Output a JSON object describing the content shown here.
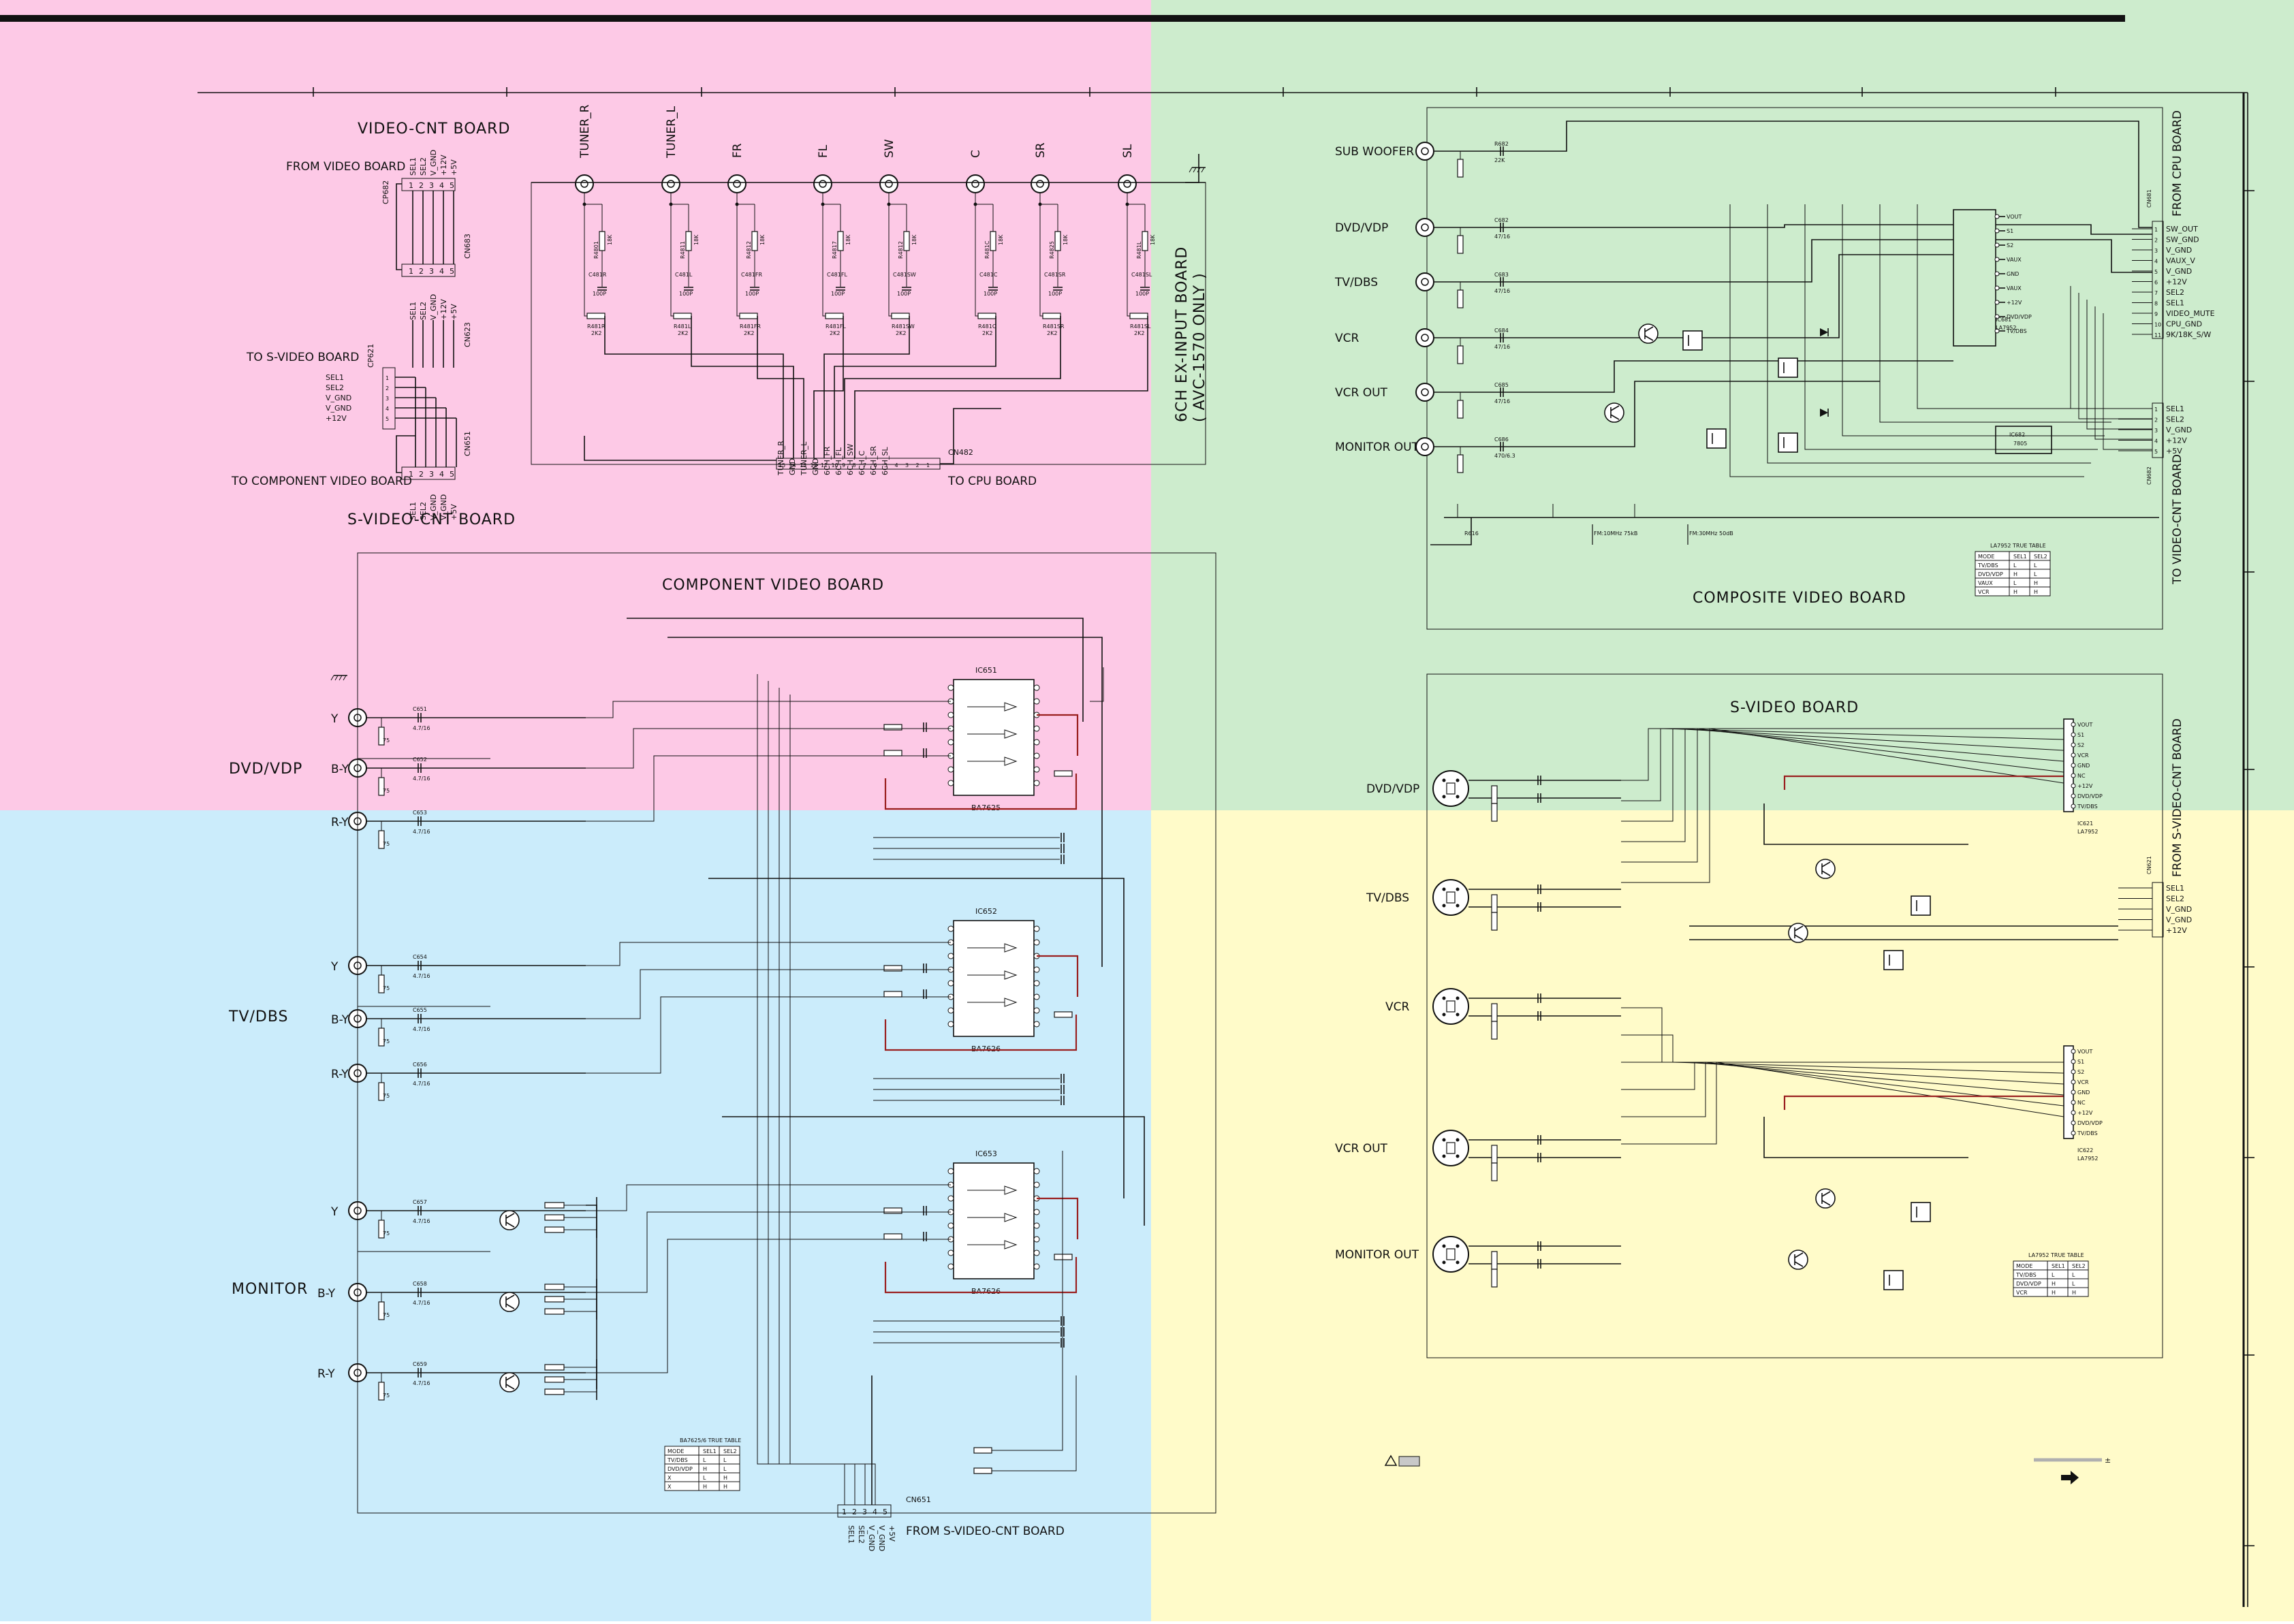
{
  "colors": {
    "pink": "#fdc9e6",
    "green": "#cdeccd",
    "blue": "#cbecfb",
    "yellow": "#fffbc9",
    "line": "#111111",
    "trace_red": "#9a1f1f"
  },
  "boards": {
    "video_cnt": {
      "title": "VIDEO-CNT BOARD",
      "from_video": "FROM VIDEO BOARD",
      "cp_top": "CP682",
      "cn_top": "CN683",
      "pins_top": [
        "1",
        "2",
        "3",
        "4",
        "5"
      ],
      "sig_top": [
        "SEL1",
        "SEL2",
        "V_GND",
        "+12V",
        "+5V"
      ],
      "sig_mid": [
        "SEL1",
        "SEL2",
        "V_GND",
        "+12V",
        "+5V"
      ],
      "to_svideo": "TO S-VIDEO BOARD",
      "svideo_sigs": [
        "SEL1",
        "SEL2",
        "V_GND",
        "V_GND",
        "+12V"
      ],
      "cp_mid": "CP621",
      "cn_mid": "CN623",
      "cn_bot": "CN651",
      "sig_bot": [
        "SEL1",
        "SEL2",
        "V_GND",
        "V_GND",
        "+5V"
      ],
      "to_component": "TO COMPONENT VIDEO BOARD",
      "svideo_cnt": "S-VIDEO-CNT BOARD"
    },
    "ex_input": {
      "title": "6CH EX-INPUT BOARD",
      "subtitle": "( AVC-1570 ONLY )",
      "jacks": [
        "TUNER_R",
        "TUNER_L",
        "FR",
        "FL",
        "SW",
        "C",
        "SR",
        "SL"
      ],
      "resistor_top": [
        "R4801",
        "R4811",
        "R4812",
        "R4817",
        "R4812",
        "R481C",
        "R4825",
        "R481L"
      ],
      "cap_lbl": [
        "C481R",
        "C481L",
        "C481FR",
        "C481FL",
        "C481SW",
        "C481C",
        "C481SR",
        "C481SL"
      ],
      "res_bot": [
        "R481R",
        "R481L",
        "R481FR",
        "R481FL",
        "R481SW",
        "R481C",
        "R481SR",
        "R481SL"
      ],
      "val_top": "18K",
      "val_cap": "100P",
      "val_bot": "2K2",
      "cn": "CN482",
      "pins": [
        "15",
        "14",
        "13",
        "12",
        "11",
        "10",
        "9",
        "8",
        "7",
        "6",
        "5",
        "4",
        "3",
        "2",
        "1"
      ],
      "to_cpu": "TO CPU BOARD",
      "cn_sigs": [
        "TUNER_R",
        "GND",
        "TUNER_L",
        "GND",
        "6CH_FR",
        "6CH_FL",
        "6CH_SW",
        "6CH_C",
        "6CH_SR",
        "6CH_SL"
      ]
    },
    "composite": {
      "title": "COMPOSITE VIDEO BOARD",
      "inputs": [
        "SUB WOOFER",
        "DVD/VDP",
        "TV/DBS",
        "VCR",
        "VCR OUT",
        "MONITOR OUT"
      ],
      "from_cpu": "FROM CPU BOARD",
      "cn_cpu": "CN681",
      "cpu_sigs": [
        "SW_OUT",
        "SW_GND",
        "V_GND",
        "VAUX_V",
        "V_GND",
        "+12V",
        "SEL2",
        "SEL1",
        "VIDEO_MUTE",
        "CPU_GND",
        "9K/18K_S/W"
      ],
      "to_video_cnt": "TO VIDEO-CNT BOARD",
      "cn_vc": "CN682",
      "vc_sigs": [
        "SEL1",
        "SEL2",
        "V_GND",
        "+12V",
        "+5V"
      ],
      "ic": "IC681",
      "ic_part": "LA7952",
      "ic_pins": [
        "VOUT",
        "S1",
        "S2",
        "VAUX",
        "GND",
        "VAUX",
        "+12V",
        "DVD/VDP",
        "TV/DBS"
      ],
      "reg": "IC682",
      "reg_part": "7805",
      "note1": "FM:10MHz 75kB",
      "note2": "FM:30MHz 50dB",
      "truth_title": "LA7952 TRUE TABLE",
      "truth_head": [
        "MODE",
        "SEL1",
        "SEL2"
      ],
      "truth_rows": [
        [
          "TV/DBS",
          "L",
          "L"
        ],
        [
          "DVD/VDP",
          "H",
          "L"
        ],
        [
          "VAUX",
          "L",
          "H"
        ],
        [
          "VCR",
          "H",
          "H"
        ]
      ]
    },
    "component": {
      "title": "COMPONENT VIDEO BOARD",
      "groups": [
        "DVD/VDP",
        "TV/DBS",
        "MONITOR"
      ],
      "sigs": [
        "Y",
        "B-Y",
        "R-Y"
      ],
      "ics": [
        "IC651",
        "IC652",
        "IC653"
      ],
      "ic_parts": [
        "BA7625",
        "BA7626",
        "BA7626"
      ],
      "cn": "CN651",
      "cn_pins": [
        "1",
        "2",
        "3",
        "4",
        "5"
      ],
      "cn_sigs": [
        "SEL1",
        "SEL2",
        "V_GND",
        "V_GND",
        "+5V"
      ],
      "from": "FROM S-VIDEO-CNT BOARD",
      "cap_val": "4.7/16",
      "res_val": "75",
      "truth_title": "BA7625/6 TRUE TABLE",
      "truth_head": [
        "MODE",
        "SEL1",
        "SEL2"
      ],
      "truth_rows": [
        [
          "TV/DBS",
          "L",
          "L"
        ],
        [
          "DVD/VDP",
          "H",
          "L"
        ],
        [
          "X",
          "L",
          "H"
        ],
        [
          "X",
          "H",
          "H"
        ]
      ]
    },
    "svideo": {
      "title": "S-VIDEO BOARD",
      "inputs": [
        "DVD/VDP",
        "TV/DBS",
        "VCR",
        "VCR OUT",
        "MONITOR OUT"
      ],
      "from": "FROM S-VIDEO-CNT BOARD",
      "cn": "CN621",
      "cn_sigs": [
        "SEL1",
        "SEL2",
        "V_GND",
        "V_GND",
        "+12V"
      ],
      "ic1": "IC621",
      "ic2": "IC622",
      "ic_part": "LA7952",
      "ic_pins": [
        "VOUT",
        "S1",
        "S2",
        "VCR",
        "GND",
        "NC",
        "+12V",
        "DVD/VDP",
        "TV/DBS"
      ],
      "truth_title": "LA7952 TRUE TABLE",
      "truth_head": [
        "MODE",
        "SEL1",
        "SEL2"
      ],
      "truth_rows": [
        [
          "TV/DBS",
          "L",
          "L"
        ],
        [
          "DVD/VDP",
          "H",
          "L"
        ],
        [
          "VCR",
          "H",
          "H"
        ]
      ]
    }
  }
}
